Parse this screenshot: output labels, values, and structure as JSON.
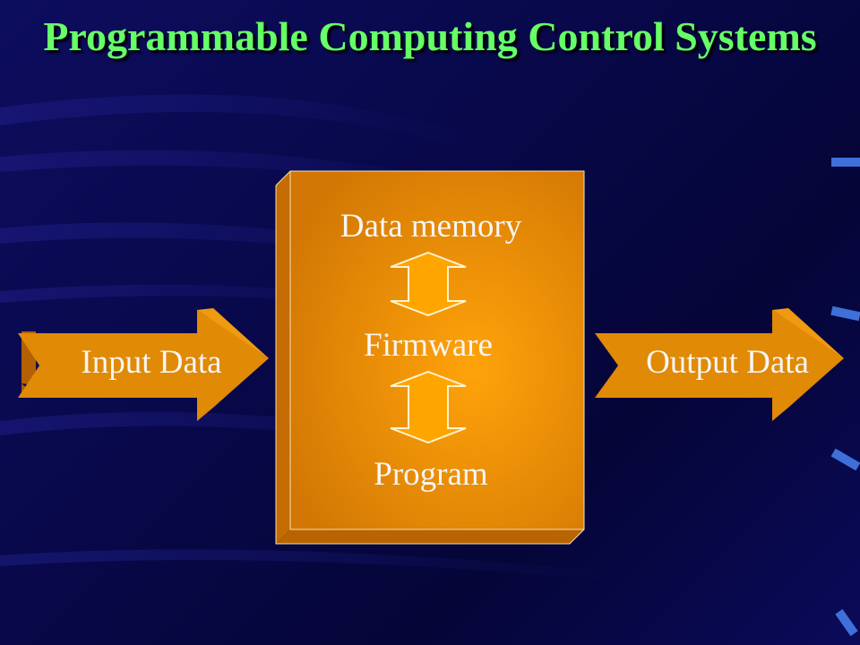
{
  "slide": {
    "title": "Programmable Computing Control Systems"
  },
  "diagram": {
    "box_lines": [
      "Data memory",
      "Firmware",
      "Program"
    ],
    "input_label": "Input Data",
    "output_label": "Output Data"
  },
  "colors": {
    "title": "#66ff66",
    "text": "#f5f5f5",
    "box_center": "#ffa500",
    "box_edge": "#d57a05",
    "arrow_face": "#e08a06",
    "arrow_side": "#b06004",
    "background": "#08084a",
    "accent": "#3f6fd8"
  }
}
